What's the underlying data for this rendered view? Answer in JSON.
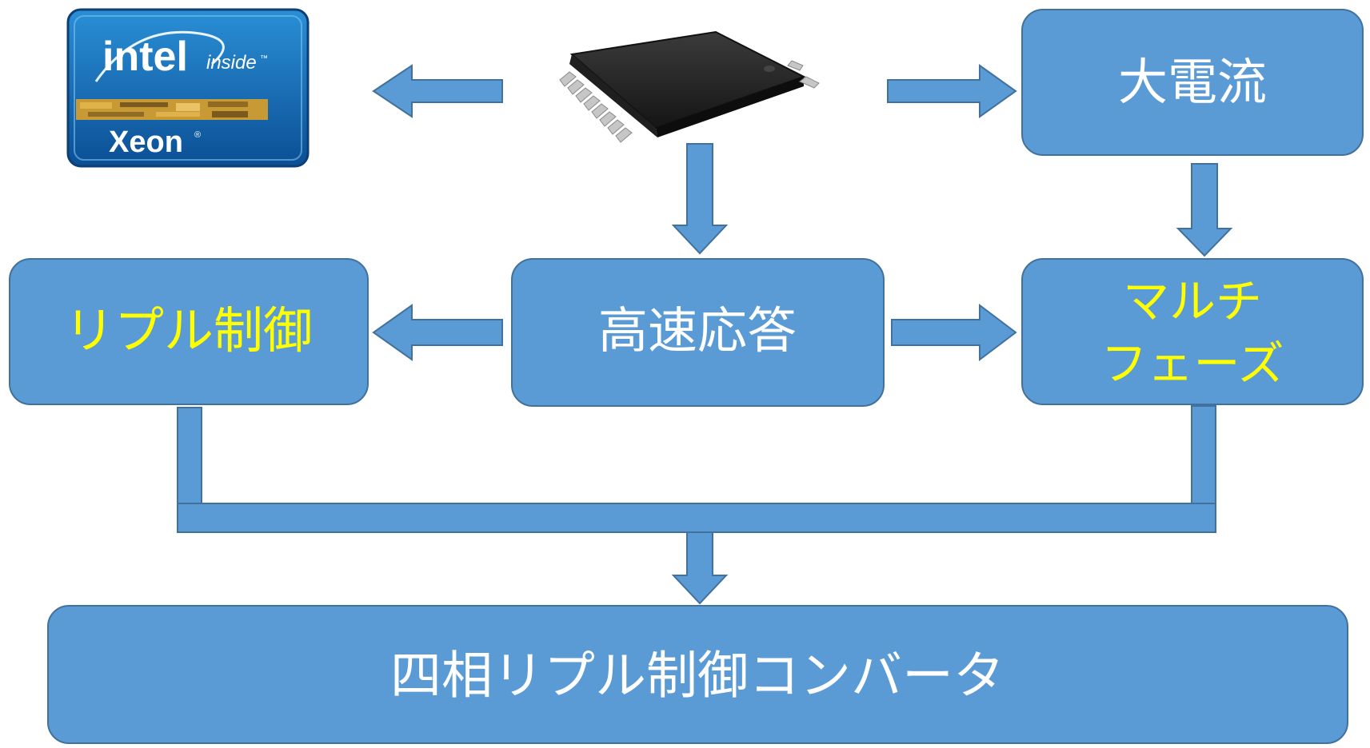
{
  "logo": {
    "brand": "intel",
    "tagline": "inside",
    "tm": "™",
    "product": "Xeon",
    "reg": "®"
  },
  "nodes": {
    "large_current": "大電流",
    "fast_response": "高速応答",
    "ripple_control": "リプル制御",
    "multiphase_line1": "マルチ",
    "multiphase_line2": "フェーズ",
    "converter": "四相リプル制御コンバータ"
  },
  "colors": {
    "box_fill": "#5b9bd5",
    "box_stroke": "#41719c",
    "text_white": "#ffffff",
    "text_yellow": "#ffff00",
    "chip_body": "#2a2a2a",
    "chip_pins": "#c8c8c8",
    "logo_blue": "#1a6bb5"
  },
  "icons": {
    "chip": "ic-chip-icon",
    "logo": "intel-xeon-logo"
  }
}
